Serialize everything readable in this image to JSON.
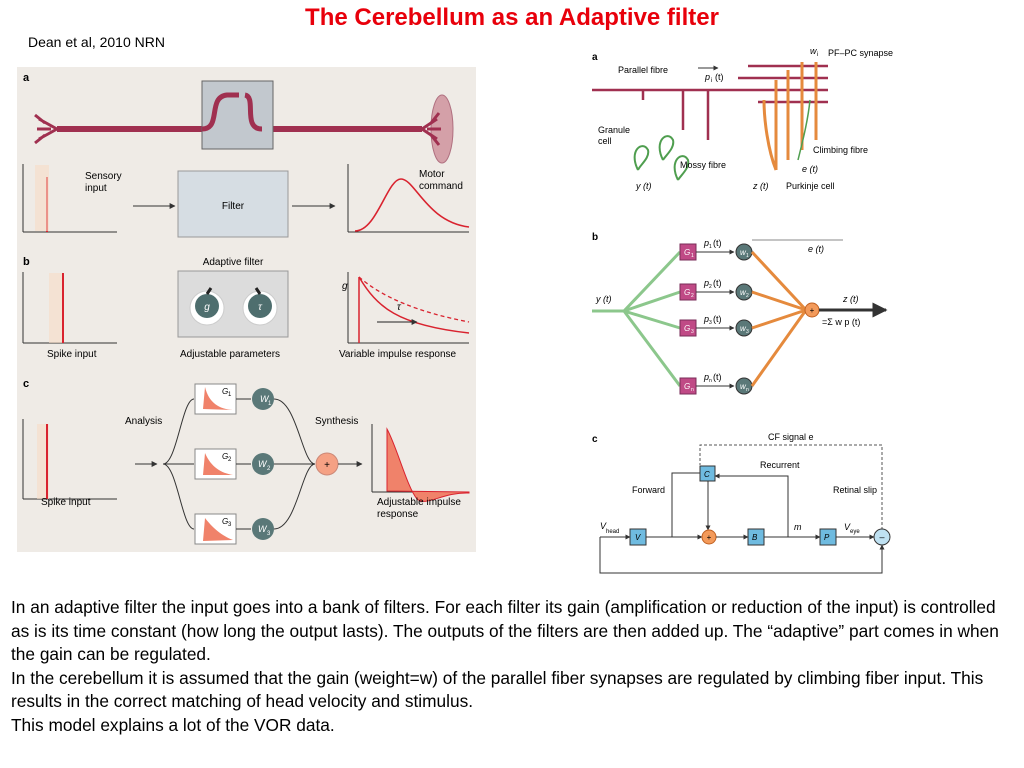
{
  "slide": {
    "title": "The Cerebellum as an Adaptive filter",
    "citation": "Dean et al, 2010 NRN"
  },
  "left_figure": {
    "panel_a": {
      "letter": "a",
      "sensory_input": [
        "Sensory",
        "input"
      ],
      "filter": "Filter",
      "motor_command": [
        "Motor",
        "command"
      ]
    },
    "panel_b": {
      "letter": "b",
      "adaptive_filter": "Adaptive filter",
      "spike_input": "Spike input",
      "adjustable_parameters": "Adjustable parameters",
      "variable_impulse_response": "Variable impulse response",
      "knob_g": "g",
      "knob_tau": "τ",
      "axis_g": "g",
      "curve_tau": "τ"
    },
    "panel_c": {
      "letter": "c",
      "analysis": "Analysis",
      "synthesis": "Synthesis",
      "spike_input": "Spike input",
      "adjustable_impulse_response": [
        "Adjustable impulse",
        "response"
      ],
      "filters": [
        "G",
        "G",
        "G"
      ],
      "filter_subs": [
        "1",
        "2",
        "3"
      ],
      "weights": [
        "W",
        "W",
        "W"
      ],
      "weight_subs": [
        "1",
        "2",
        "3"
      ],
      "sum": "+"
    }
  },
  "right_figure": {
    "panel_a": {
      "letter": "a",
      "parallel_fibre": "Parallel fibre",
      "pi_t": "p",
      "pi_sub": "i",
      "pi_arg": "(t)",
      "w_i": "w",
      "w_sub": "i",
      "pf_pc": "PF–PC synapse",
      "granule_cell": [
        "Granule",
        "cell"
      ],
      "mossy_fibre": "Mossy fibre",
      "climbing_fibre": "Climbing fibre",
      "e_t": "e (t)",
      "y_t": "y (t)",
      "z_t": "z (t)",
      "purkinje": "Purkinje cell"
    },
    "panel_b": {
      "letter": "b",
      "y_t": "y (t)",
      "e_t": "e (t)",
      "z_t": "z (t)",
      "sum_eq": "=Σ w p (t)",
      "sum_eq_subs": [
        "i",
        "i"
      ],
      "G_labels": [
        "G",
        "G",
        "G",
        "G"
      ],
      "G_subs": [
        "1",
        "2",
        "3",
        "n"
      ],
      "p_labels": [
        "p",
        "p",
        "p",
        "p"
      ],
      "p_subs": [
        "1",
        "2",
        "3",
        "n"
      ],
      "p_arg": "(t)",
      "w_labels": [
        "w",
        "w",
        "w",
        "w"
      ],
      "w_subs": [
        "1",
        "2",
        "3",
        "n"
      ],
      "sum": "+"
    },
    "panel_c": {
      "letter": "c",
      "cf_signal": "CF signal e",
      "recurrent": "Recurrent",
      "forward": "Forward",
      "retinal_slip": "Retinal slip",
      "v_head": "V",
      "v_head_sub": "head",
      "v_eye": "V",
      "v_eye_sub": "eye",
      "V_box": "V",
      "C_box": "C",
      "B_box": "B",
      "P_box": "P",
      "m": "m",
      "plus": "+",
      "minus": "–"
    }
  },
  "body_text": [
    "In an adaptive filter the input goes into a bank of filters. For each filter its gain (amplification or reduction of the input) is controlled as is its time constant (how long the output lasts). The outputs of the filters are then added up. The “adaptive” part comes in when the gain can be regulated.",
    "In the cerebellum it is assumed that the gain (weight=w) of the parallel fiber synapses are regulated by climbing fiber input. This results in the correct matching of head velocity and stimulus.",
    "This model explains a lot of the VOR data."
  ],
  "colors": {
    "title": "#e8000b",
    "figure_background": "#efebe6",
    "neuron": "#a03050",
    "accent_red": "#d9232f",
    "granule_green": "#4f9e4f",
    "purkinje_orange": "#e58a3d",
    "g_box_magenta": "#c04a86",
    "control_blue": "#6fbbe0"
  }
}
